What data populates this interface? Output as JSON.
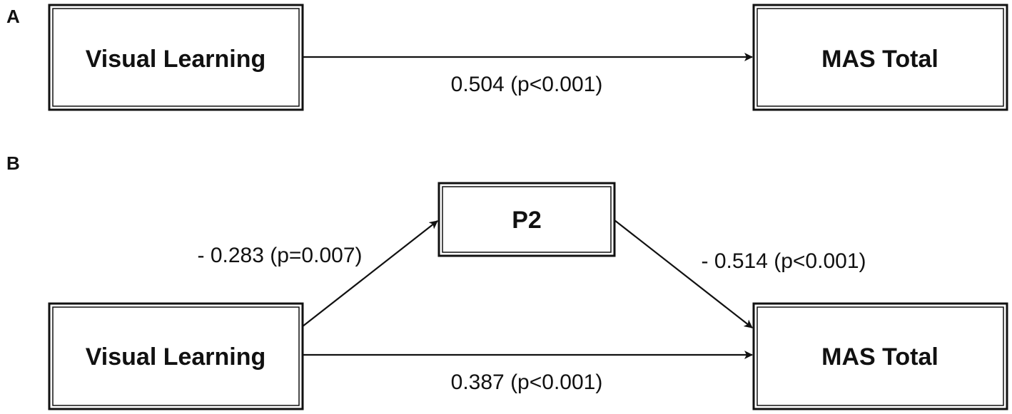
{
  "panels": {
    "a": {
      "letter": "A",
      "source_label": "Visual Learning",
      "target_label": "MAS Total",
      "direct_edge_label": "0.504 (p<0.001)"
    },
    "b": {
      "letter": "B",
      "source_label": "Visual Learning",
      "mediator_label": "P2",
      "target_label": "MAS Total",
      "source_to_mediator_label": "- 0.283 (p=0.007)",
      "mediator_to_target_label": "- 0.514 (p<0.001)",
      "direct_edge_label": "0.387 (p<0.001)"
    }
  },
  "colors": {
    "stroke": "#111111",
    "background": "#ffffff"
  }
}
